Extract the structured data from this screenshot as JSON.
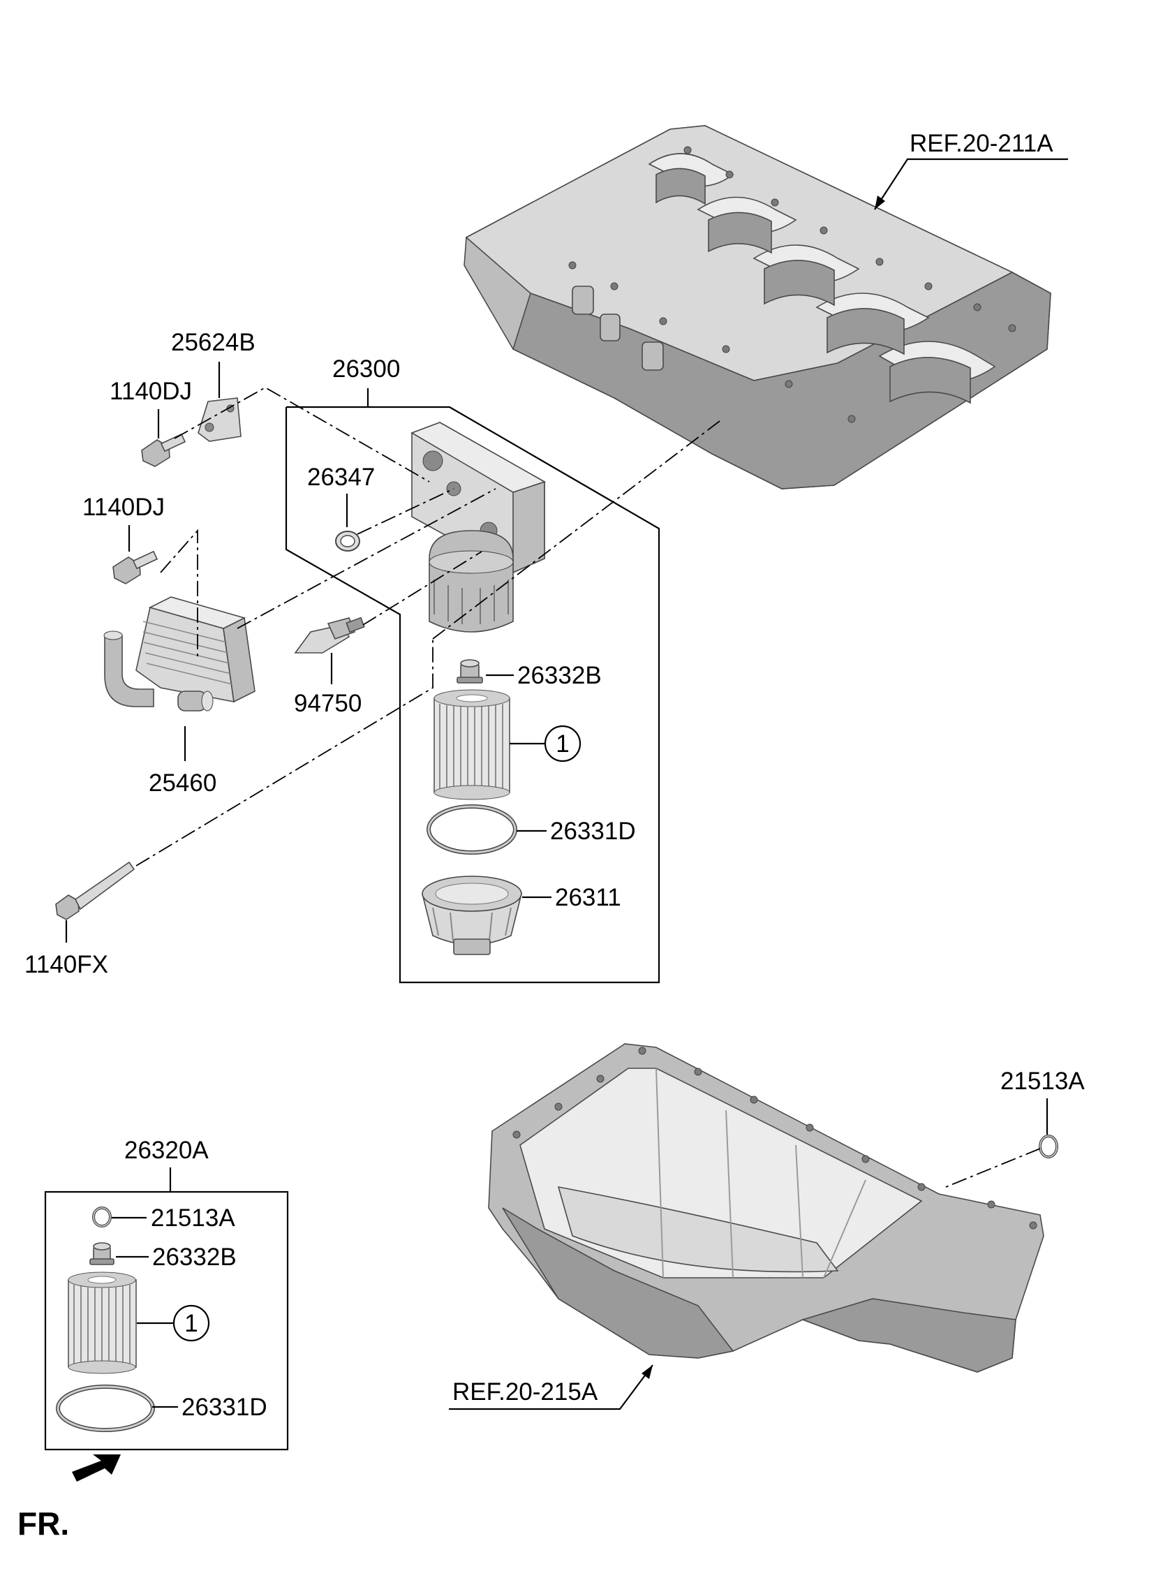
{
  "refs": {
    "upper_block": "REF.20-211A",
    "oil_pan": "REF.20-215A"
  },
  "parts": {
    "bracket": "25624B",
    "bolt_upper": "1140DJ",
    "bolt_cooler": "1140DJ",
    "filter_module_assembly": "26300",
    "seal_ring": "26347",
    "sensor": "94750",
    "oil_cooler": "25460",
    "long_bolt": "1140FX",
    "plug": "26332B",
    "filter_circle": "1",
    "o_ring": "26331D",
    "filter_cap": "26311",
    "drain_gasket": "21513A",
    "service_kit": "26320A",
    "kit_gasket": "21513A",
    "kit_plug": "26332B",
    "kit_filter_circle": "1",
    "kit_o_ring": "26331D"
  },
  "front_indicator": "FR."
}
